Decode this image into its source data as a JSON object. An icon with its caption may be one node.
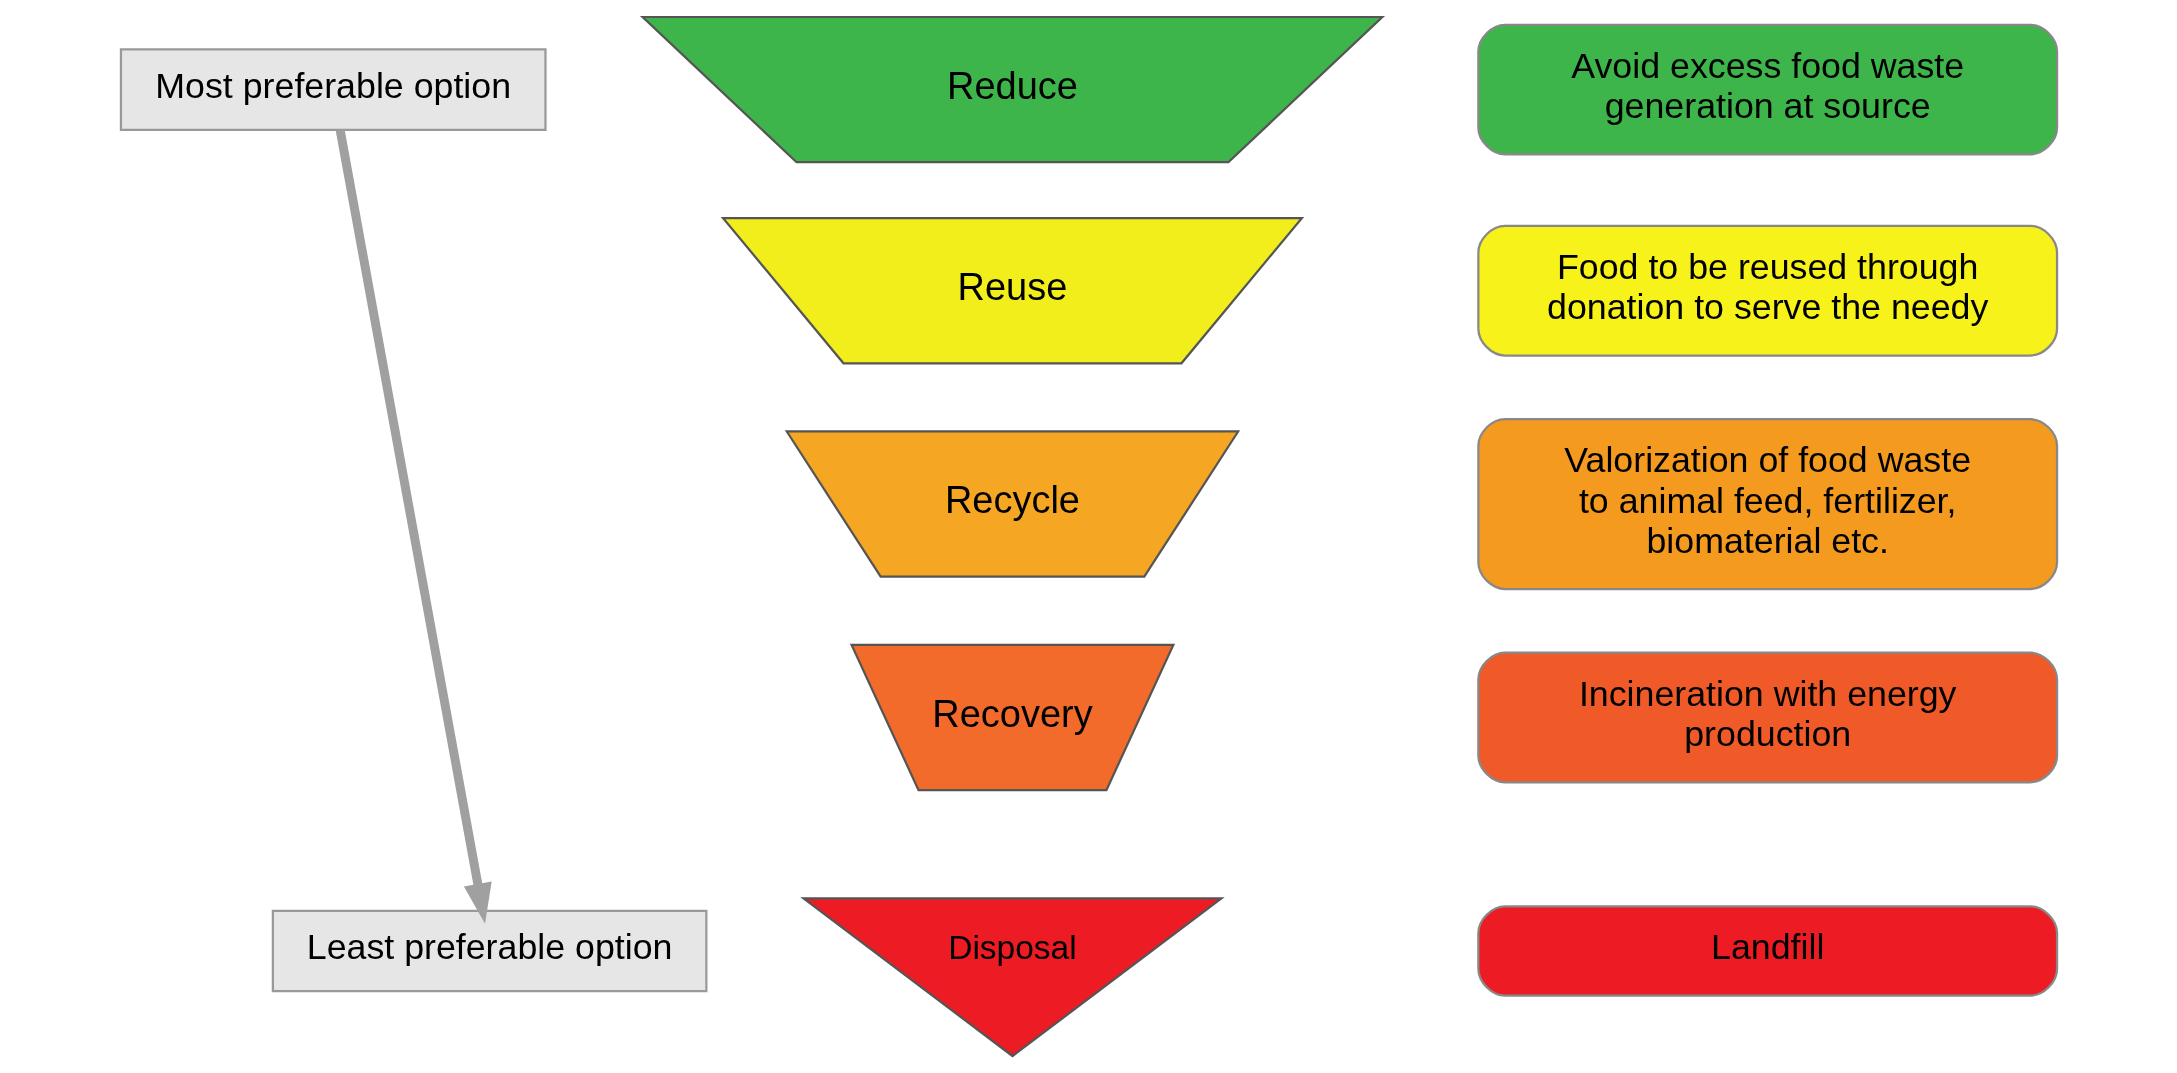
{
  "diagram": {
    "nodes": [
      {
        "text": [
          "Reduce"
        ]
      },
      {
        "text": [
          "Most preferable option"
        ]
      },
      {
        "text": [
          "Avoid excess food waste generation at source"
        ]
      },
      {
        "text": [
          "Reuse"
        ]
      },
      {
        "text": [
          "Food to be reused through donation to serve the needy"
        ]
      },
      {
        "text": [
          "Recycle"
        ]
      },
      {
        "text": [
          "Valorization of food waste to animal feed, fertilizer, biomaterial etc."
        ]
      },
      {
        "text": [
          "Recovery"
        ]
      },
      {
        "text": [
          "Incineration with energy production"
        ]
      },
      {
        "text": [
          "Disposal"
        ]
      },
      {
        "text": [
          "Landfill"
        ]
      },
      {
        "text": [
          "Least preferable option"
        ]
      }
    ],
    "edges": [
      {
        "from": 1,
        "to": 11,
        "arrow": "to"
      }
    ]
  }
}
